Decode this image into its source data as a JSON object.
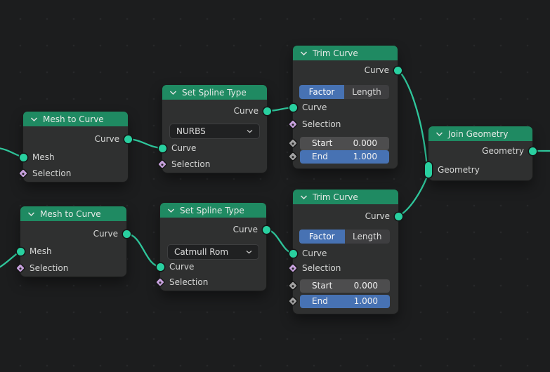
{
  "colors": {
    "background": "#1c1d1e",
    "node_header_green": "#1f8a62",
    "node_body": "#2f3030",
    "accent_blue": "#4772b3",
    "socket_geometry_teal": "#29d0a0",
    "socket_boolean_purple": "#c7a1dd",
    "socket_float_gray": "#a2a2a2",
    "wire_green": "#2fc79c"
  },
  "nodes": [
    {
      "title": "Mesh to Curve",
      "output": "Curve",
      "input_mesh": "Mesh",
      "input_selection": "Selection"
    },
    {
      "title": "Mesh to Curve",
      "output": "Curve",
      "input_mesh": "Mesh",
      "input_selection": "Selection"
    },
    {
      "title": "Set Spline Type",
      "output": "Curve",
      "spline_type": "NURBS",
      "input_curve": "Curve",
      "input_selection": "Selection"
    },
    {
      "title": "Set Spline Type",
      "output": "Curve",
      "spline_type": "Catmull Rom",
      "input_curve": "Curve",
      "input_selection": "Selection"
    },
    {
      "title": "Trim Curve",
      "output": "Curve",
      "tabs": [
        "Factor",
        "Length"
      ],
      "active_tab": "Factor",
      "input_curve": "Curve",
      "input_selection": "Selection",
      "sliders": [
        {
          "label": "Start",
          "value": "0.000"
        },
        {
          "label": "End",
          "value": "1.000"
        }
      ]
    },
    {
      "title": "Trim Curve",
      "output": "Curve",
      "tabs": [
        "Factor",
        "Length"
      ],
      "active_tab": "Factor",
      "input_curve": "Curve",
      "input_selection": "Selection",
      "sliders": [
        {
          "label": "Start",
          "value": "0.000"
        },
        {
          "label": "End",
          "value": "1.000"
        }
      ]
    },
    {
      "title": "Join Geometry",
      "output": "Geometry",
      "input_geometry": "Geometry"
    }
  ]
}
